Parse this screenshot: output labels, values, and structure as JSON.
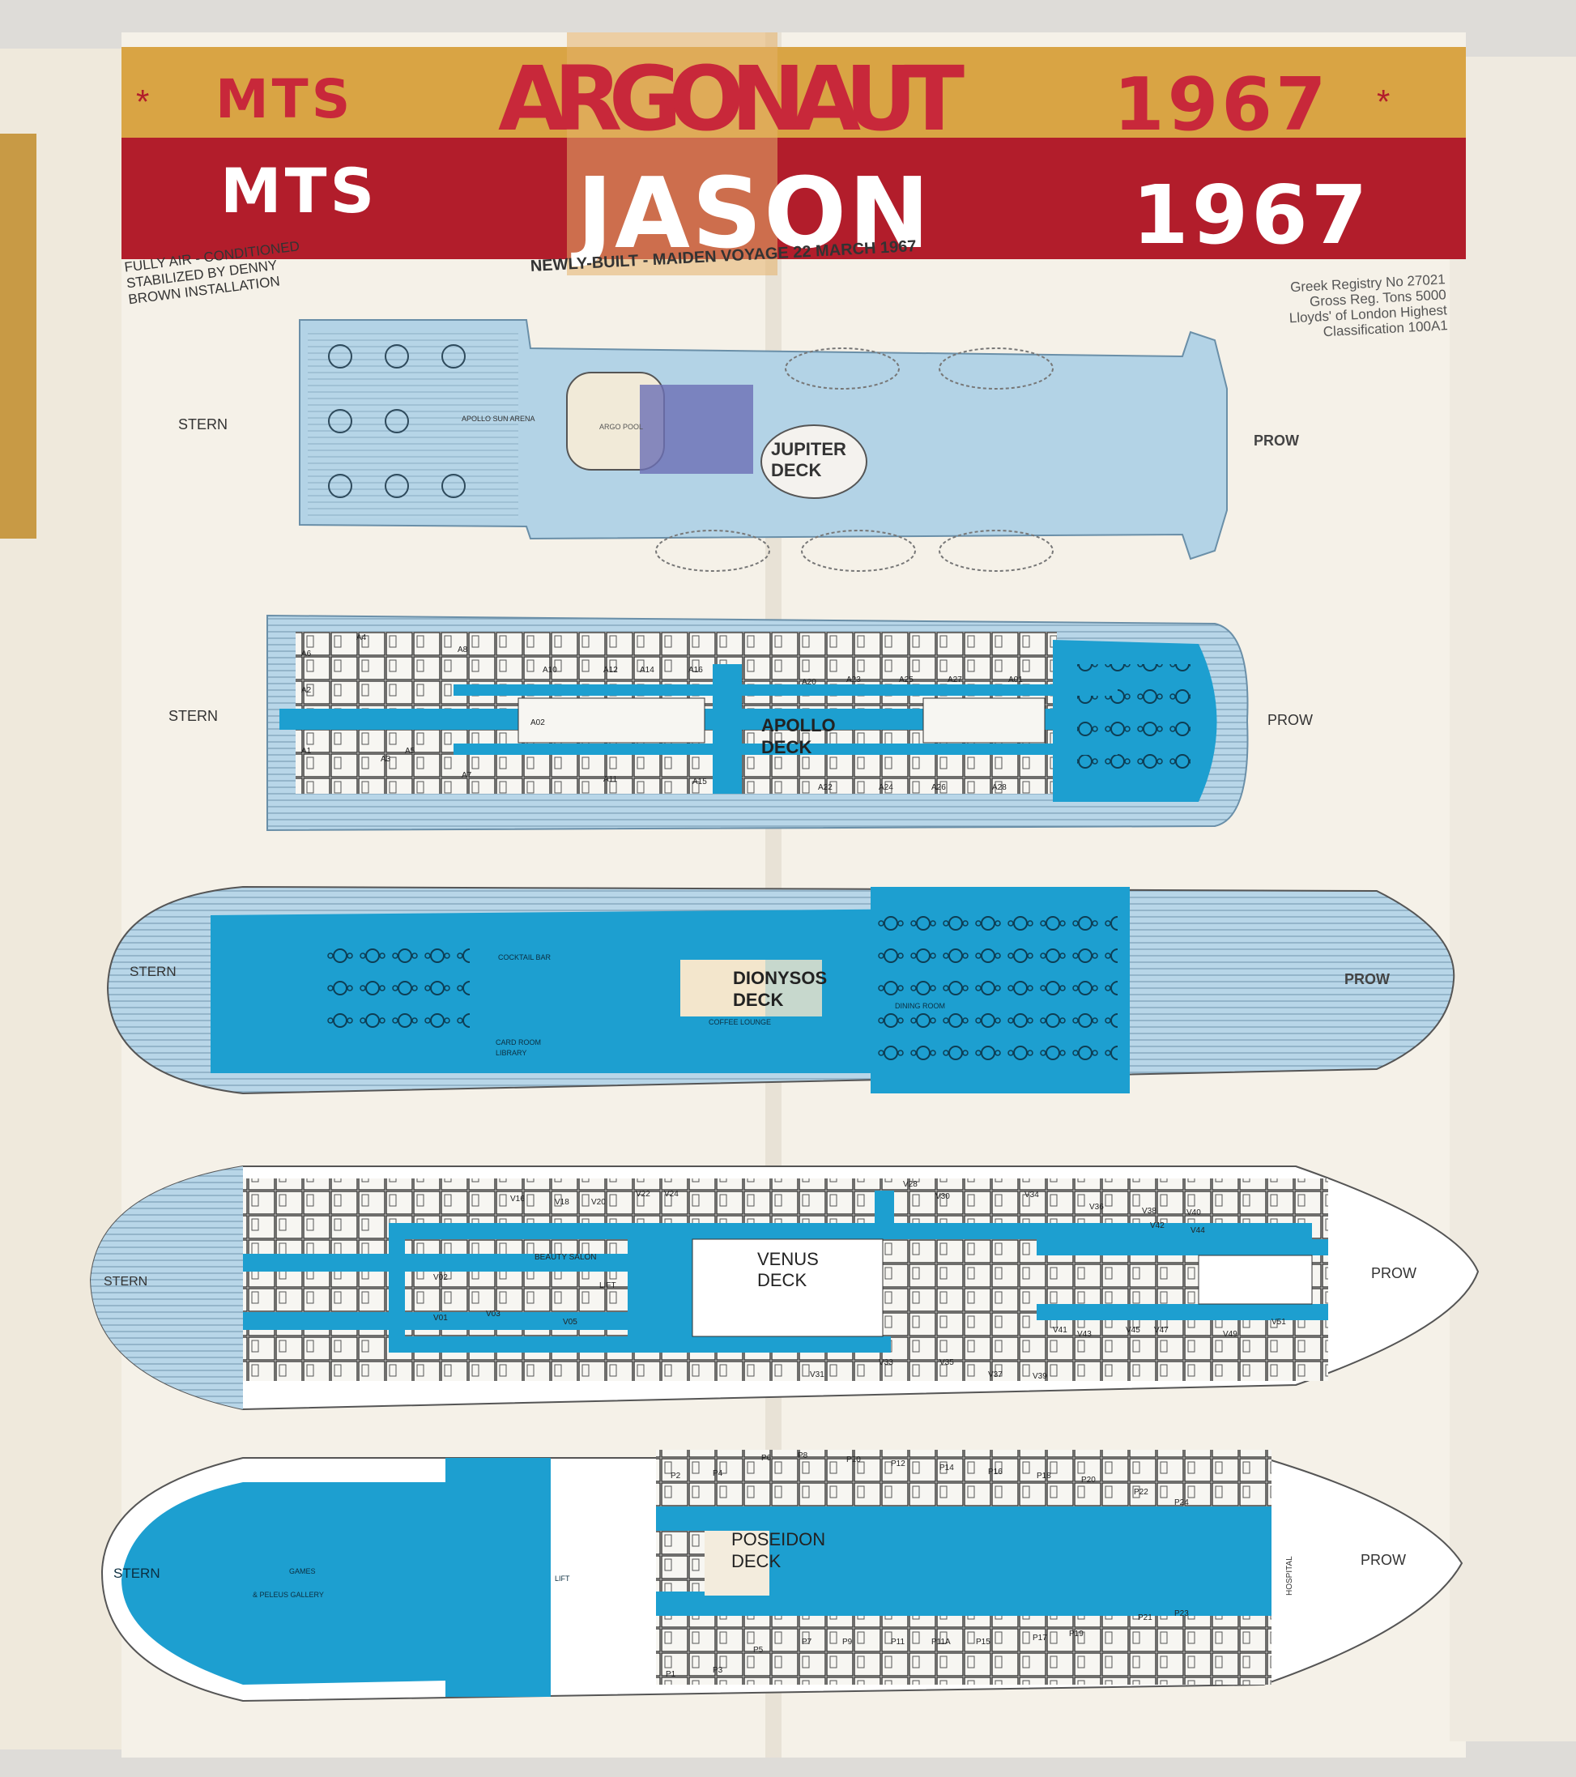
{
  "header": {
    "top_band": {
      "prefix": "MTS",
      "ship": "ARGONAUT",
      "year": "1967"
    },
    "main_band": {
      "prefix": "MTS",
      "ship": "JASON",
      "year": "1967"
    },
    "left_note": [
      "FULLY AIR - CONDITIONED",
      "STABILIZED BY DENNY",
      "BROWN INSTALLATION"
    ],
    "center_note": "NEWLY-BUILT - MAIDEN VOYAGE 22 MARCH 1967",
    "right_note": [
      "Greek Registry No 27021",
      "Gross Reg. Tons 5000",
      "Lloyds' of London Highest",
      "Classification 100A1"
    ]
  },
  "decks": [
    {
      "name_line1": "JUPITER",
      "name_line2": "DECK",
      "stern": "STERN",
      "prow": "PROW",
      "labels": [
        "ARGO POOL",
        "APOLLO SUN ARENA"
      ]
    },
    {
      "name_line1": "APOLLO",
      "name_line2": "DECK",
      "stern": "STERN",
      "prow": "PROW",
      "labels": [
        "A1",
        "A2",
        "A3",
        "A4",
        "A5",
        "A6",
        "A7",
        "A8",
        "A10",
        "A11",
        "A12",
        "A14",
        "A15",
        "A16",
        "A20",
        "A22",
        "A23",
        "A24",
        "A25",
        "A26",
        "A27",
        "A28",
        "A01",
        "A02"
      ]
    },
    {
      "name_line1": "DIONYSOS",
      "name_line2": "DECK",
      "stern": "STERN",
      "prow": "PROW",
      "labels": [
        "COCKTAIL BAR",
        "CARD ROOM",
        "LIBRARY",
        "DINING ROOM",
        "COFFEE LOUNGE"
      ]
    },
    {
      "name_line1": "VENUS",
      "name_line2": "DECK",
      "stern": "STERN",
      "prow": "PROW",
      "labels": [
        "BEAUTY SALON",
        "LIFT",
        "V01",
        "V02",
        "V03",
        "V05",
        "V16",
        "V18",
        "V20",
        "V22",
        "V24",
        "V28",
        "V30",
        "V34",
        "V36",
        "V38",
        "V40",
        "V41",
        "V42",
        "V43",
        "V44",
        "V45",
        "V47",
        "V49",
        "V51",
        "V31",
        "V33",
        "V35",
        "V37",
        "V39"
      ]
    },
    {
      "name_line1": "POSEIDON",
      "name_line2": "DECK",
      "stern": "STERN",
      "prow": "PROW",
      "labels": [
        "GAMES",
        "& PELEUS GALLERY",
        "LIFT",
        "HOSPITAL",
        "P2",
        "P4",
        "P6",
        "P8",
        "P10",
        "P12",
        "P14",
        "P16",
        "P18",
        "P20",
        "P22",
        "P24",
        "P1",
        "P3",
        "P5",
        "P7",
        "P9",
        "P11",
        "P11A",
        "P15",
        "P17",
        "P19",
        "P21",
        "P23"
      ]
    }
  ],
  "colors": {
    "gold": "#d9a444",
    "red": "#b21d2b",
    "deck_light_blue": "#a9cde3",
    "deck_blue": "#1d9fd0",
    "paper": "#f5f1e8"
  }
}
